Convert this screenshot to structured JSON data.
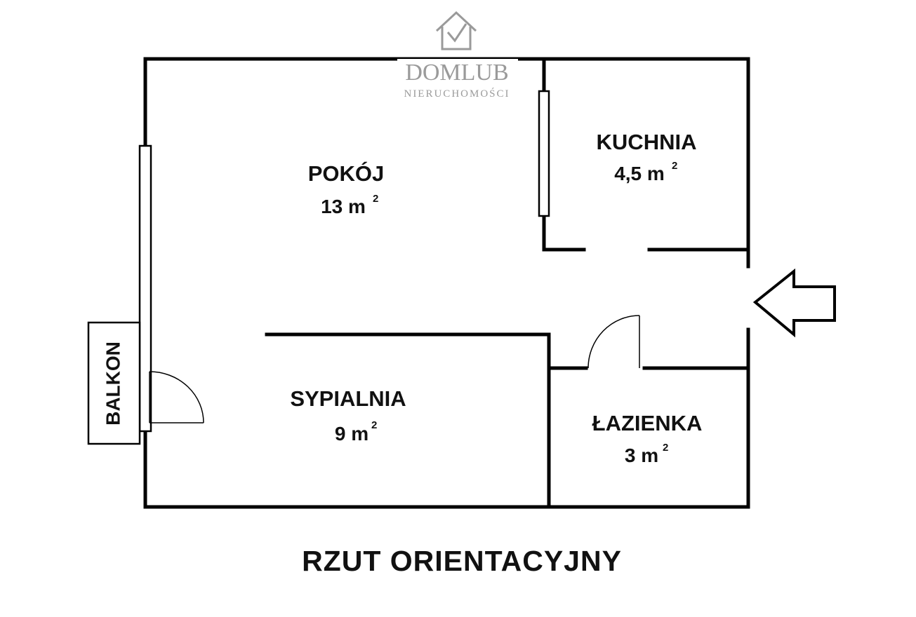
{
  "logo": {
    "name": "DOMLUB",
    "subtitle": "NIERUCHOMOŚCI",
    "icon": "house-check-icon",
    "color": "#9a9a9a"
  },
  "rooms": {
    "pokoj": {
      "name": "POKÓJ",
      "area": "13 m",
      "unit_sup": "2"
    },
    "kuchnia": {
      "name": "KUCHNIA",
      "area": "4,5 m",
      "unit_sup": "2"
    },
    "sypialnia": {
      "name": "SYPIALNIA",
      "area": "9 m",
      "unit_sup": "2"
    },
    "lazienka": {
      "name": "ŁAZIENKA",
      "area": "3 m",
      "unit_sup": "2"
    }
  },
  "balcony": {
    "label": "BALKON"
  },
  "entrance": {
    "icon": "entrance-arrow-icon"
  },
  "footer": {
    "title": "RZUT ORIENTACYJNY"
  },
  "colors": {
    "wall": "#000000",
    "text": "#111111",
    "background": "#ffffff"
  }
}
